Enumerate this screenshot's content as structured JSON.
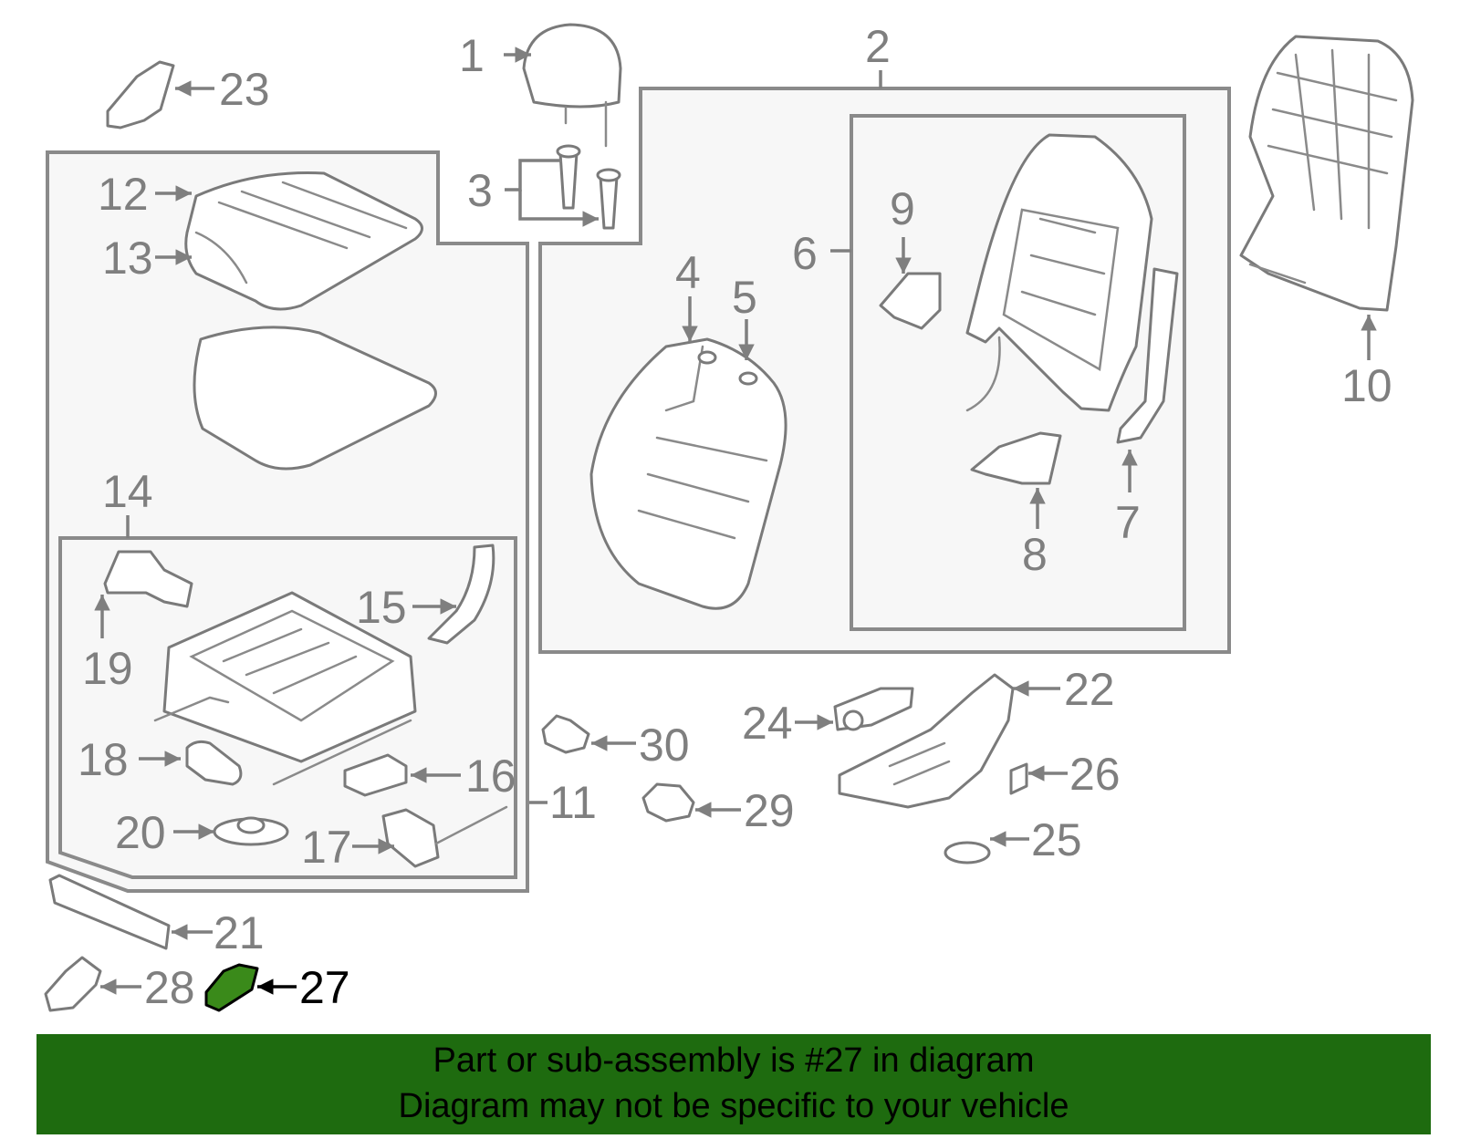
{
  "diagram": {
    "highlight_color": "#3a8a1a",
    "highlighted_part": "27",
    "callouts": [
      "1",
      "2",
      "3",
      "4",
      "5",
      "6",
      "7",
      "8",
      "9",
      "10",
      "11",
      "12",
      "13",
      "14",
      "15",
      "16",
      "17",
      "18",
      "19",
      "20",
      "21",
      "22",
      "23",
      "24",
      "25",
      "26",
      "27",
      "28",
      "29",
      "30"
    ]
  },
  "banner": {
    "line1": "Part or sub-assembly is #27 in diagram",
    "line2": "Diagram may not be specific to your vehicle",
    "color": "#1e6b0f"
  }
}
